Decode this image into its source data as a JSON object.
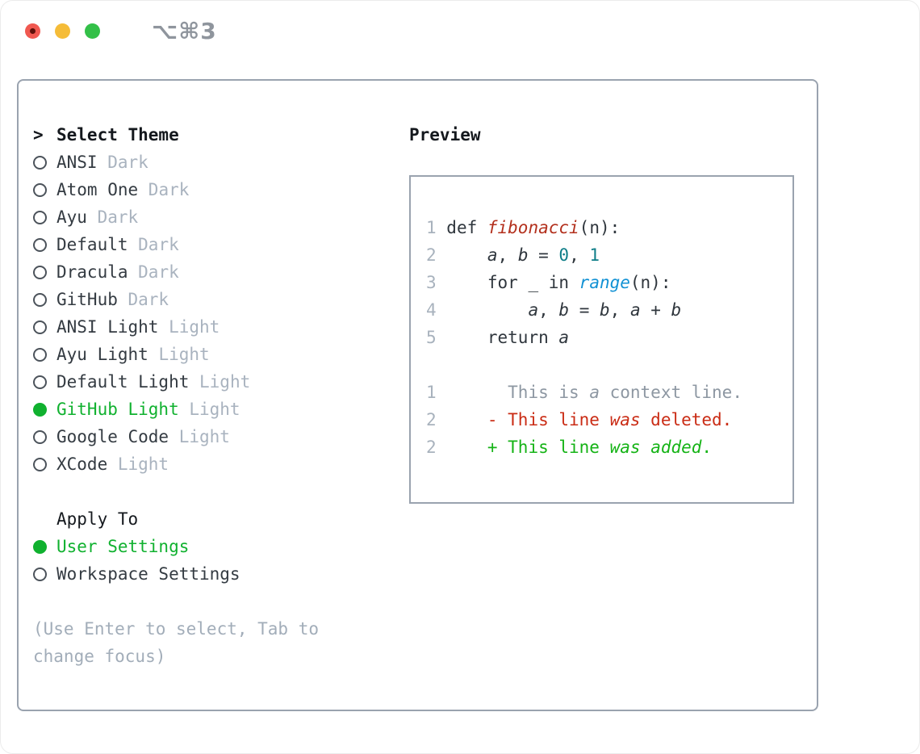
{
  "window": {
    "title": "⌥⌘3",
    "traffic_lights": [
      "close",
      "minimize",
      "zoom"
    ]
  },
  "theme_picker": {
    "header_marker": ">",
    "header": "Select Theme",
    "items": [
      {
        "name": "ANSI",
        "variant": "Dark",
        "selected": false
      },
      {
        "name": "Atom One",
        "variant": "Dark",
        "selected": false
      },
      {
        "name": "Ayu",
        "variant": "Dark",
        "selected": false
      },
      {
        "name": "Default",
        "variant": "Dark",
        "selected": false
      },
      {
        "name": "Dracula",
        "variant": "Dark",
        "selected": false
      },
      {
        "name": "GitHub",
        "variant": "Dark",
        "selected": false
      },
      {
        "name": "ANSI Light",
        "variant": "Light",
        "selected": false
      },
      {
        "name": "Ayu Light",
        "variant": "Light",
        "selected": false
      },
      {
        "name": "Default Light",
        "variant": "Light",
        "selected": false
      },
      {
        "name": "GitHub Light",
        "variant": "Light",
        "selected": true
      },
      {
        "name": "Google Code",
        "variant": "Light",
        "selected": false
      },
      {
        "name": "XCode",
        "variant": "Light",
        "selected": false
      }
    ]
  },
  "apply_to": {
    "header": "Apply To",
    "options": [
      {
        "label": "User Settings",
        "selected": true
      },
      {
        "label": "Workspace Settings",
        "selected": false
      }
    ]
  },
  "hint": "(Use Enter to select, Tab to\nchange focus)",
  "preview": {
    "header": "Preview",
    "lines": [
      {
        "n": "1",
        "segs": [
          [
            " def ",
            "plain"
          ],
          [
            "fibonacci",
            "fn"
          ],
          [
            "(n):",
            "plain"
          ]
        ]
      },
      {
        "n": "2",
        "segs": [
          [
            "     ",
            "plain"
          ],
          [
            "a",
            "var"
          ],
          [
            ", ",
            "plain"
          ],
          [
            "b",
            "var"
          ],
          [
            " = ",
            "plain"
          ],
          [
            "0",
            "num"
          ],
          [
            ", ",
            "plain"
          ],
          [
            "1",
            "num"
          ]
        ]
      },
      {
        "n": "3",
        "segs": [
          [
            "     for _ in ",
            "plain"
          ],
          [
            "range",
            "builtin"
          ],
          [
            "(n):",
            "plain"
          ]
        ]
      },
      {
        "n": "4",
        "segs": [
          [
            "         ",
            "plain"
          ],
          [
            "a",
            "var"
          ],
          [
            ", ",
            "plain"
          ],
          [
            "b",
            "var"
          ],
          [
            " = ",
            "plain"
          ],
          [
            "b",
            "var"
          ],
          [
            ", ",
            "plain"
          ],
          [
            "a",
            "var"
          ],
          [
            " + ",
            "plain"
          ],
          [
            "b",
            "var"
          ]
        ]
      },
      {
        "n": "5",
        "segs": [
          [
            "     return ",
            "plain"
          ],
          [
            "a",
            "var"
          ]
        ]
      },
      {
        "n": "",
        "segs": []
      },
      {
        "n": "1",
        "segs": [
          [
            "       This is ",
            "ctx"
          ],
          [
            "a",
            "ctx_i"
          ],
          [
            " context line.",
            "ctx"
          ]
        ]
      },
      {
        "n": "2",
        "segs": [
          [
            "     - This line ",
            "del"
          ],
          [
            "was",
            "del_i"
          ],
          [
            " deleted.",
            "del"
          ]
        ]
      },
      {
        "n": "2",
        "segs": [
          [
            "     + This line ",
            "add"
          ],
          [
            "was",
            "add_i"
          ],
          [
            " ",
            "add"
          ],
          [
            "added",
            "add_i"
          ],
          [
            ".",
            "add"
          ]
        ]
      }
    ]
  },
  "colors": {
    "panel_border": "#9aa3af",
    "selection_green": "#10b12f",
    "muted_gray": "#a9b3bf",
    "item_text": "#343b42",
    "hint_gray": "#a2adb9",
    "line_number_gray": "#a8b2bd",
    "function_red": "#b3301d",
    "number_teal": "#0f7e88",
    "builtin_blue": "#1191d4",
    "context_gray": "#8d97a2",
    "deleted_red": "#ca2c15",
    "added_green": "#15b316",
    "traffic_red": "#f05850",
    "traffic_yellow": "#f5bc38",
    "traffic_green": "#33c048"
  }
}
